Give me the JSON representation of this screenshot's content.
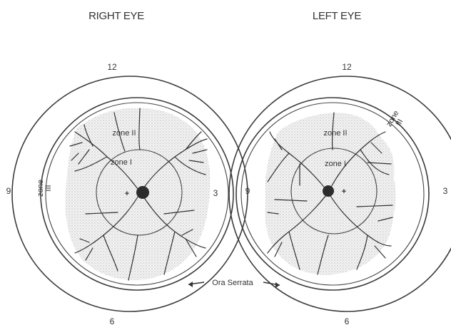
{
  "colors": {
    "line": "#3a3a3a",
    "stipple": "#d9d9d9",
    "background": "#ffffff"
  },
  "right_eye": {
    "title": "RIGHT EYE",
    "clock_12": "12",
    "clock_3": "3",
    "clock_6": "6",
    "clock_9": "9",
    "zone_1": "zone I",
    "zone_2": "zone II",
    "zone_3_line1": "zone",
    "zone_3_line2": "III",
    "fovea": "+"
  },
  "left_eye": {
    "title": "LEFT EYE",
    "clock_12": "12",
    "clock_3": "3",
    "clock_6": "6",
    "clock_9": "9",
    "zone_1": "zone I",
    "zone_2": "zone II",
    "zone_3_line1": "zone",
    "zone_3_line2": "III",
    "fovea": "+"
  },
  "ora_serrata_label": "Ora Serrata"
}
